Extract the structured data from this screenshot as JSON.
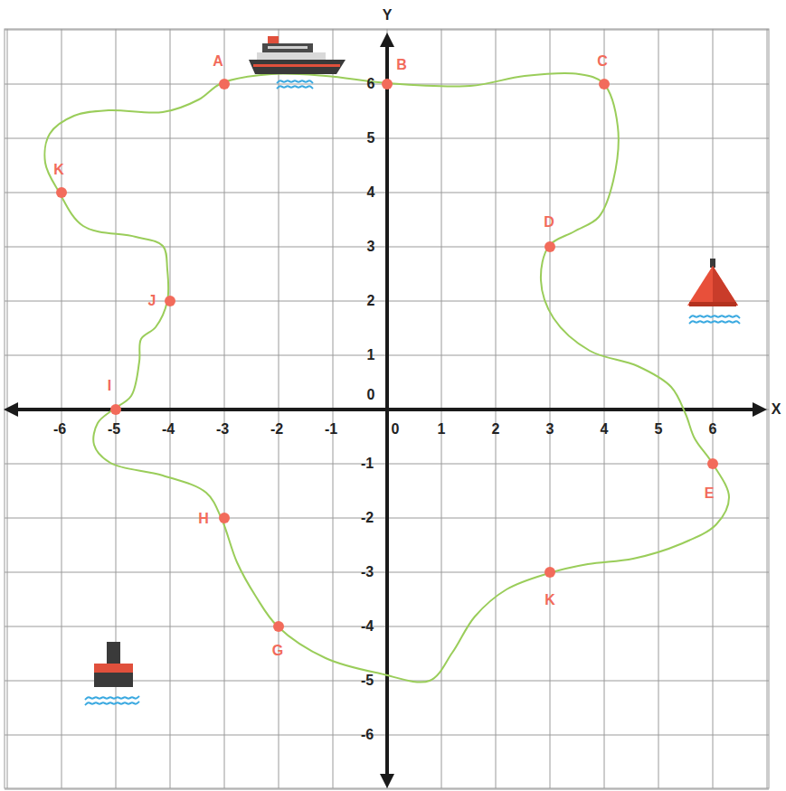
{
  "diagram": {
    "labels": [
      "A",
      "B",
      "C",
      "K",
      "D",
      "J",
      "I",
      "E",
      "H",
      "K",
      "G",
      "Y",
      "X",
      "0",
      "0",
      "-6",
      "-5",
      "-4",
      "-3",
      "-2",
      "-1",
      "1",
      "2",
      "3",
      "4",
      "5",
      "6",
      "6",
      "5",
      "4",
      "3",
      "2",
      "1",
      "-1",
      "-2",
      "-3",
      "-4",
      "-5",
      "-6"
    ]
  }
}
